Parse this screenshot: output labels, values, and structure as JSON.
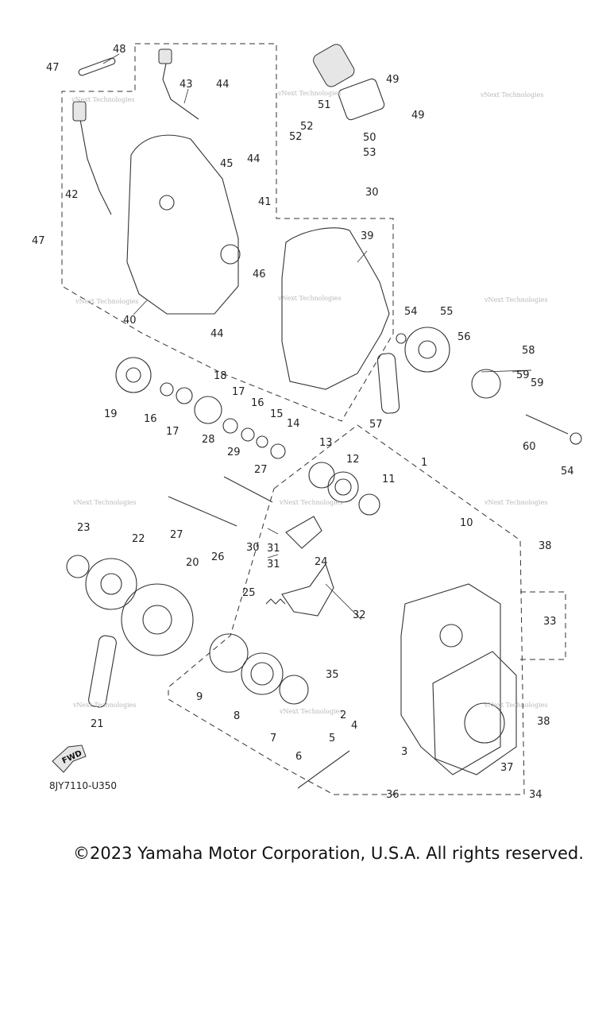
{
  "diagram_code": "8JY7110-U350",
  "fwd_label": "FWD",
  "watermark_text": "vNext Technologies",
  "copyright": "©2023 Yamaha Motor Corporation, U.S.A. All rights reserved.",
  "callouts": [
    "1",
    "2",
    "3",
    "4",
    "5",
    "6",
    "7",
    "8",
    "9",
    "10",
    "11",
    "12",
    "13",
    "14",
    "15",
    "16",
    "16",
    "17",
    "17",
    "18",
    "19",
    "20",
    "21",
    "22",
    "23",
    "24",
    "25",
    "26",
    "27",
    "27",
    "28",
    "29",
    "30",
    "30",
    "31",
    "31",
    "32",
    "33",
    "34",
    "36",
    "37",
    "38",
    "38",
    "39",
    "40",
    "41",
    "42",
    "43",
    "44",
    "44",
    "44",
    "45",
    "46",
    "47",
    "47",
    "48",
    "49",
    "49",
    "50",
    "51",
    "52",
    "52",
    "53",
    "54",
    "54",
    "55",
    "56",
    "57",
    "58",
    "59",
    "59",
    "60",
    "35"
  ]
}
